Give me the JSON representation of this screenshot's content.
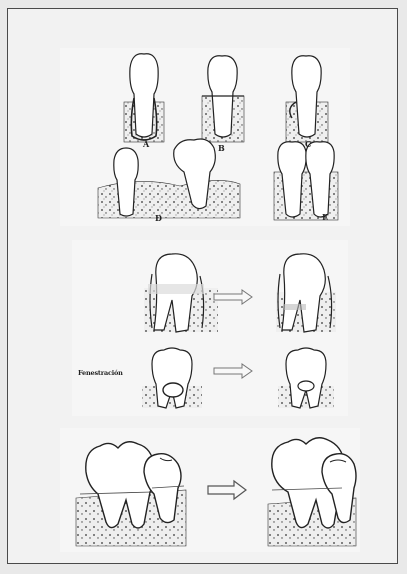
{
  "figure": {
    "panel_top": {
      "labels": [
        "A",
        "B",
        "C",
        "D",
        "E"
      ]
    },
    "panel_middle": {
      "side_label": "Fenestración"
    },
    "panel_bottom": {}
  }
}
